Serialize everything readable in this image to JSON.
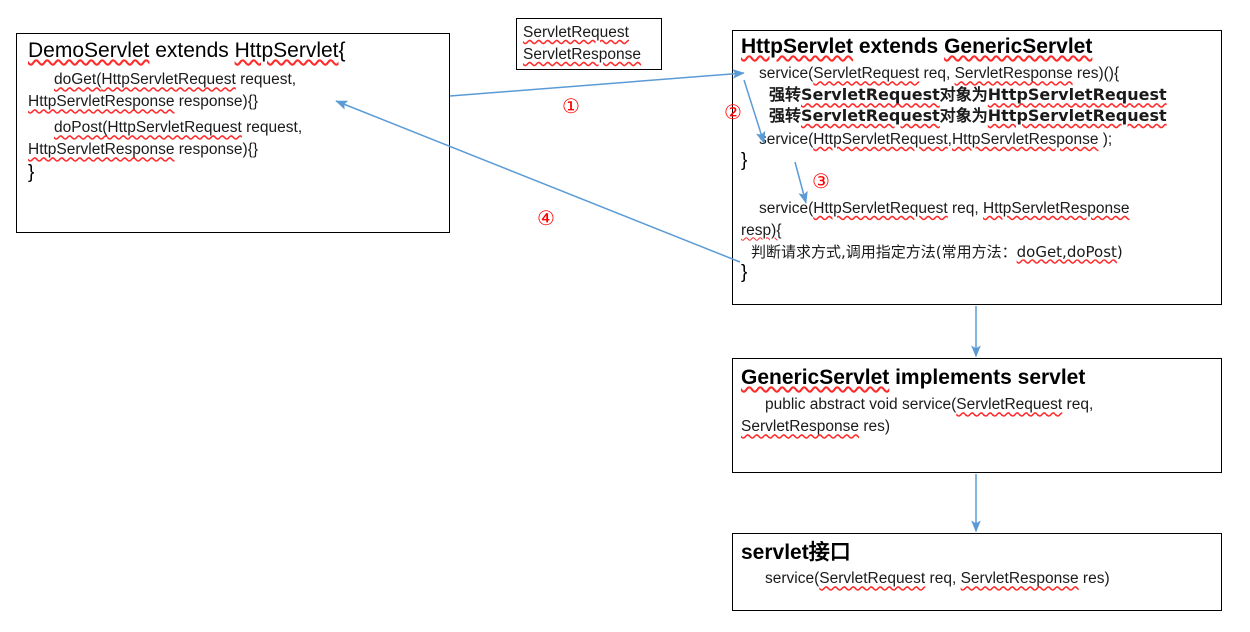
{
  "diagram": {
    "title": "Servlet inheritance hierarchy diagram",
    "arrow_color": "#5b9bd5",
    "marker_color": "#ff0000",
    "box_border_color": "#000000",
    "text_color": "#1a1a1a"
  },
  "boxes": {
    "demo_servlet": {
      "name": "DemoServlet",
      "header_a": "DemoServlet",
      "header_b": "  extends ",
      "header_c": "HttpServlet",
      "header_d": "{",
      "line1_a": "doGet(",
      "line1_b": "HttpServletRequest",
      "line1_c": " request,",
      "line2_a": "HttpServletResponse",
      "line2_b": " response){}",
      "line3_a": "doPost(",
      "line3_b": "HttpServletRequest",
      "line3_c": " request,",
      "line4_a": "HttpServletResponse",
      "line4_b": " response){}",
      "line5": "}"
    },
    "servlet_io": {
      "name": "ServletRequest / ServletResponse",
      "line1": "ServletRequest",
      "line2": "ServletResponse"
    },
    "http_servlet": {
      "name": "HttpServlet",
      "header_a": "HttpServlet",
      "header_b": " extends ",
      "header_c": "GenericServlet",
      "line1_a": "service(",
      "line1_b": "ServletRequest",
      "line1_c": " req, ",
      "line1_d": "ServletResponse",
      "line1_e": " res)(){",
      "cast1_a": "强转",
      "cast1_b": "ServletRequest",
      "cast1_c": "对象为",
      "cast1_d": "HttpServletRequest",
      "cast2_a": "强转",
      "cast2_b": "ServletRequest",
      "cast2_c": "对象为",
      "cast2_d": "HttpServletRequest",
      "call_a": "service(",
      "call_b": "HttpServletRequest",
      "call_c": ",",
      "call_d": "HttpServletResponse",
      "call_e": " );",
      "close1": "}",
      "m2_a": "service(",
      "m2_b": "HttpServletRequest",
      "m2_c": " req, ",
      "m2_d": "HttpServletResponse",
      "m2_e": "resp){",
      "desc_a": "判断请求方式,调用指定方法(常用方法：",
      "desc_b": "doGet,doPost",
      "desc_c": ")",
      "close2": "}"
    },
    "generic_servlet": {
      "name": "GenericServlet",
      "header_a": "GenericServlet",
      "header_b": "  implements  servlet",
      "line1_a": "public abstract void service(",
      "line1_b": "ServletRequest",
      "line1_c": " req,",
      "line2_a": "ServletResponse",
      "line2_b": " res)"
    },
    "servlet_interface": {
      "name": "servlet interface",
      "header_a": "servlet",
      "header_b": "接口",
      "line1_a": "service(",
      "line1_b": "ServletRequest",
      "line1_c": " req, ",
      "line1_d": "ServletResponse",
      "line1_e": " res)"
    }
  },
  "markers": {
    "one": "①",
    "two": "②",
    "three": "③",
    "four": "④"
  },
  "flow": [
    {
      "label": "①",
      "from": "DemoServlet",
      "to": "HttpServlet.service(ServletRequest, ServletResponse)"
    },
    {
      "label": "②",
      "from": "HttpServlet.service(ServletRequest, ServletResponse)",
      "to": "service(HttpServletRequest, HttpServletResponse)"
    },
    {
      "label": "③",
      "from": "service(HttpServletRequest,HttpServletResponse)",
      "to": "service(HttpServletRequest req, HttpServletResponse resp)"
    },
    {
      "label": "④",
      "from": "HttpServlet doGet/doPost dispatch",
      "to": "DemoServlet"
    }
  ]
}
